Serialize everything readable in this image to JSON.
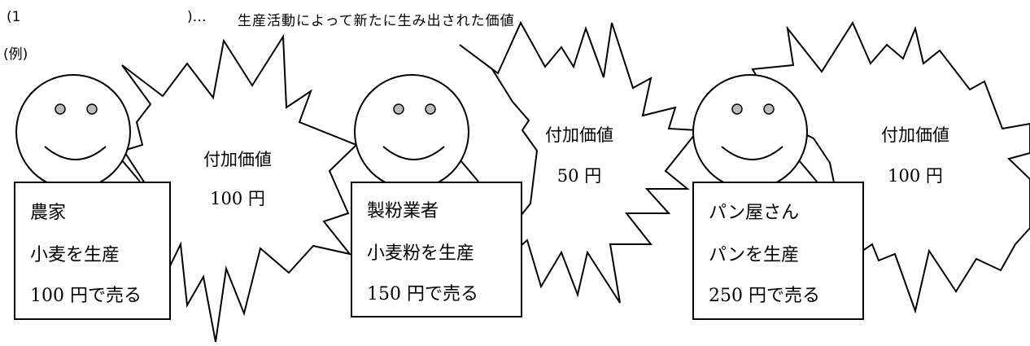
{
  "header": {
    "blank_label": "(1",
    "blank_close": ")…",
    "definition": "生産活動によって新たに生み出された価値",
    "example_label": "(例)"
  },
  "figures": [
    {
      "role": "農家",
      "action": "小麦を生産",
      "sale": "100 円で売る",
      "value_title": "付加価値",
      "value_amount": "100 円"
    },
    {
      "role": "製粉業者",
      "action": "小麦粉を生産",
      "sale": "150 円で売る",
      "value_title": "付加価値",
      "value_amount": "50 円"
    },
    {
      "role": "パン屋さん",
      "action": "パンを生産",
      "sale": "250 円で売る",
      "value_title": "付加価値",
      "value_amount": "100 円"
    }
  ]
}
